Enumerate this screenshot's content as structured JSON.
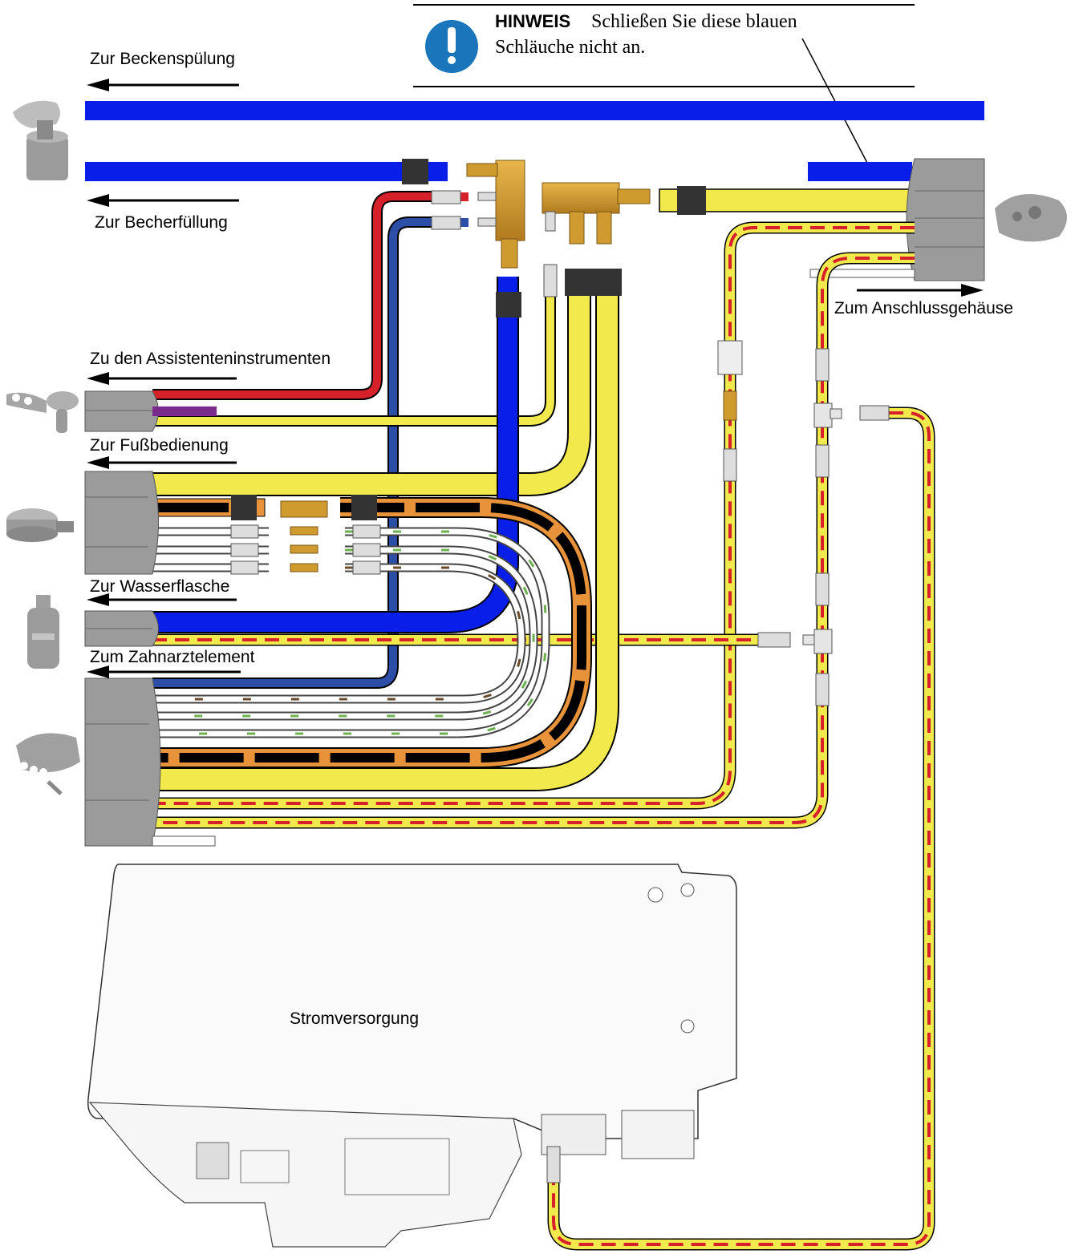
{
  "notice": {
    "title": "HINWEIS",
    "line1": "Schließen Sie diese blauen",
    "line2": "Schläuche nicht an.",
    "icon": "exclamation-icon",
    "icon_color": "#1a75bb"
  },
  "labels": {
    "beckenspuelung": "Zur Beckenspülung",
    "becherfuellung": "Zur Becherfüllung",
    "anschlussgehaeuse": "Zum Anschlussgehäuse",
    "assistenten": "Zu den Assistenteninstrumenten",
    "fussbedienung": "Zur Fußbedienung",
    "wasserflasche": "Zur Wasserflasche",
    "zahnarzt": "Zum Zahnarztelement",
    "stromversorgung": "Stromversorgung"
  },
  "colors": {
    "blue_tube": "#0a1eea",
    "dark_blue_tube": "#2d4ea6",
    "red_tube": "#d6202a",
    "yellow_tube": "#f2ea4c",
    "orange_tube": "#e8923a",
    "green_line": "#6ab04c",
    "brown_line": "#6b4a2a",
    "brass": "#cf9a2e",
    "gray_conduit": "#9b9b9b"
  }
}
